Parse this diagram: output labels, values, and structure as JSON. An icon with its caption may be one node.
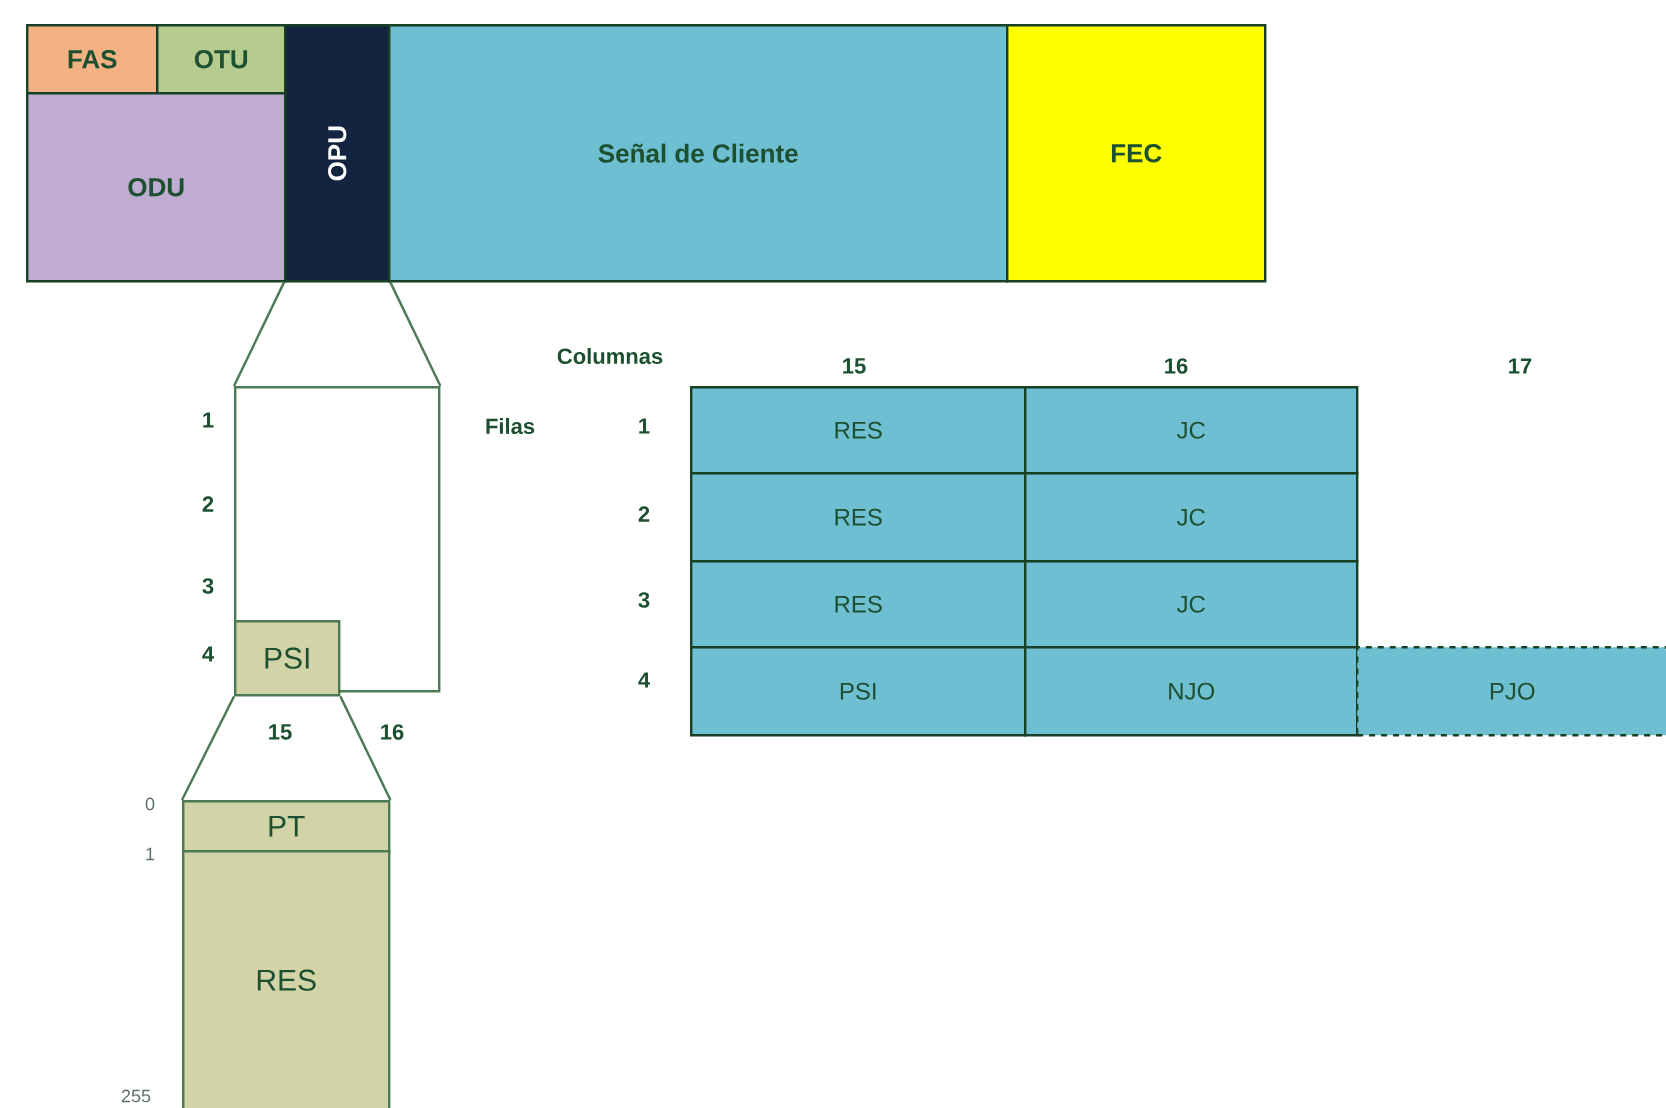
{
  "diagram": {
    "nodes": [
      {
        "text": [
          "FAS"
        ]
      },
      {
        "text": [
          "OTU"
        ]
      },
      {
        "text": [
          "ODU"
        ]
      },
      {
        "text": [
          "OPU"
        ]
      },
      {
        "text": [
          "Señal de Cliente"
        ]
      },
      {
        "text": [
          "FEC"
        ]
      },
      {
        "text": [],
        "shape": "box"
      },
      {
        "text": [
          "PSI"
        ],
        "in": 6
      },
      {
        "text": [
          "PT"
        ]
      },
      {
        "text": [
          "RES"
        ]
      },
      {
        "text": [
          "RES"
        ]
      },
      {
        "text": [
          "JC"
        ]
      },
      {
        "text": [
          "RES"
        ]
      },
      {
        "text": [
          "JC"
        ]
      },
      {
        "text": [
          "RES"
        ]
      },
      {
        "text": [
          "JC"
        ]
      },
      {
        "text": [
          "PSI"
        ]
      },
      {
        "text": [
          "NJO"
        ]
      },
      {
        "text": [
          "PJO"
        ]
      }
    ],
    "edges": [
      {
        "from": 3,
        "to": 6,
        "arrow": "none"
      },
      {
        "from": 3,
        "to": 6,
        "arrow": "none"
      },
      {
        "from": 7,
        "to": 8,
        "arrow": "none"
      },
      {
        "from": 7,
        "to": 8,
        "arrow": "none"
      }
    ],
    "labels": [
      "Columnas",
      "15",
      "16",
      "17",
      "1",
      "Filas",
      "1",
      "2",
      "2",
      "3",
      "3",
      "4",
      "4",
      "15",
      "16",
      "0",
      "1",
      "255"
    ]
  }
}
